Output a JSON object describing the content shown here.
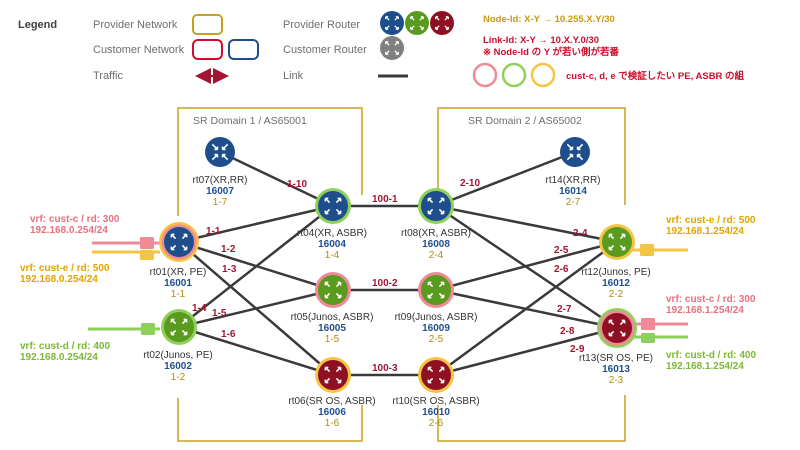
{
  "legend": {
    "title": "Legend",
    "provider_network": "Provider Network",
    "customer_network": "Customer Network",
    "traffic": "Traffic",
    "provider_router": "Provider Router",
    "customer_router": "Customer Router",
    "link": "Link"
  },
  "notes": {
    "node_id": "Node-Id: X-Y → 10.255.X.Y/30",
    "link_id": "Link-Id: X-Y → 10.X.Y.0/30",
    "link_note": "※ Node-Id の Y が若い側が若番",
    "circles_label": "cust-c, d, e で検証したい PE, ASBR の組"
  },
  "domains": {
    "d1": "SR Domain 1 / AS65001",
    "d2": "SR Domain 2 / AS65002"
  },
  "routers": {
    "rt07": {
      "name": "rt07(XR,RR)",
      "sid": "16007",
      "node": "1-7"
    },
    "rt04": {
      "name": "rt04(XR, ASBR)",
      "sid": "16004",
      "node": "1-4"
    },
    "rt05": {
      "name": "rt05(Junos, ASBR)",
      "sid": "16005",
      "node": "1-5"
    },
    "rt06": {
      "name": "rt06(SR OS, ASBR)",
      "sid": "16006",
      "node": "1-6"
    },
    "rt01": {
      "name": "rt01(XR, PE)",
      "sid": "16001",
      "node": "1-1"
    },
    "rt02": {
      "name": "rt02(Junos, PE)",
      "sid": "16002",
      "node": "1-2"
    },
    "rt08": {
      "name": "rt08(XR, ASBR)",
      "sid": "16008",
      "node": "2-4"
    },
    "rt09": {
      "name": "rt09(Junos, ASBR)",
      "sid": "16009",
      "node": "2-5"
    },
    "rt10": {
      "name": "rt10(SR OS, ASBR)",
      "sid": "16010",
      "node": "2-6"
    },
    "rt14": {
      "name": "rt14(XR,RR)",
      "sid": "16014",
      "node": "2-7"
    },
    "rt12": {
      "name": "rt12(Junos, PE)",
      "sid": "16012",
      "node": "2-2"
    },
    "rt13": {
      "name": "rt13(SR OS, PE)",
      "sid": "16013",
      "node": "2-3"
    }
  },
  "links": {
    "l1_10": "1-10",
    "l1_1": "1-1",
    "l1_2": "1-2",
    "l1_3": "1-3",
    "l1_4": "1-4",
    "l1_5": "1-5",
    "l1_6": "1-6",
    "l100_1": "100-1",
    "l100_2": "100-2",
    "l100_3": "100-3",
    "l2_10": "2-10",
    "l2_4": "2-4",
    "l2_5": "2-5",
    "l2_6": "2-6",
    "l2_7": "2-7",
    "l2_8": "2-8",
    "l2_9": "2-9"
  },
  "vrfs": {
    "left_c": {
      "vrf": "vrf: cust-c / rd: 300",
      "ip": "192.168.0.254/24"
    },
    "left_e": {
      "vrf": "vrf: cust-e / rd: 500",
      "ip": "192.168.0.254/24"
    },
    "left_d": {
      "vrf": "vrf: cust-d / rd: 400",
      "ip": "192.168.0.254/24"
    },
    "right_e": {
      "vrf": "vrf: cust-e / rd: 500",
      "ip": "192.168.1.254/24"
    },
    "right_c": {
      "vrf": "vrf: cust-c / rd: 300",
      "ip": "192.168.1.254/24"
    },
    "right_d": {
      "vrf": "vrf: cust-d / rd: 400",
      "ip": "192.168.1.254/24"
    }
  },
  "colors": {
    "xr": "#1e4e8c",
    "junos": "#5a9a1e",
    "sros": "#8e1022",
    "customer": "#808080",
    "cust_c": "#f08a96",
    "cust_d": "#8ed15a",
    "cust_e": "#f5c542",
    "provider": "#c8a020",
    "link": "#3a3a3a",
    "label_red": "#a31530",
    "sid_blue": "#1f4f8f",
    "node_gold": "#b08b10",
    "note_gold": "#c89a10",
    "note_red": "#c8102e",
    "vrf_pink": "#e8707f",
    "vrf_orange": "#e0a400",
    "vrf_green": "#7cb832"
  }
}
